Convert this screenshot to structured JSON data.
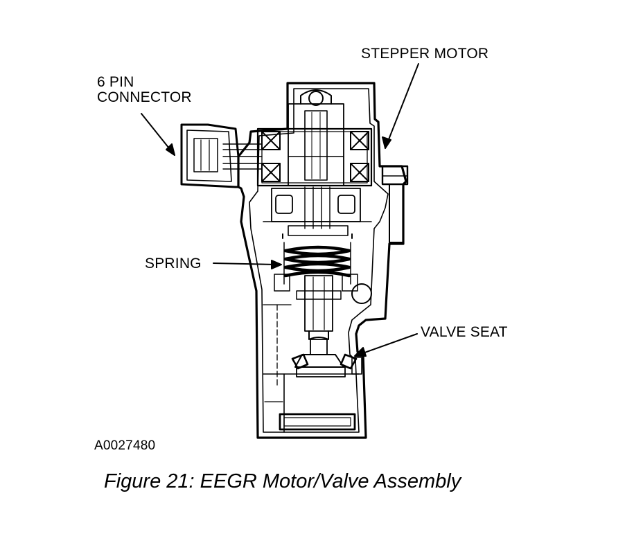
{
  "diagram": {
    "labels": {
      "connector_line1": "6 PIN",
      "connector_line2": "CONNECTOR",
      "stepper_motor": "STEPPER MOTOR",
      "spring": "SPRING",
      "valve_seat": "VALVE SEAT",
      "part_code": "A0027480"
    },
    "caption": "Figure 21: EEGR Motor/Valve Assembly"
  }
}
